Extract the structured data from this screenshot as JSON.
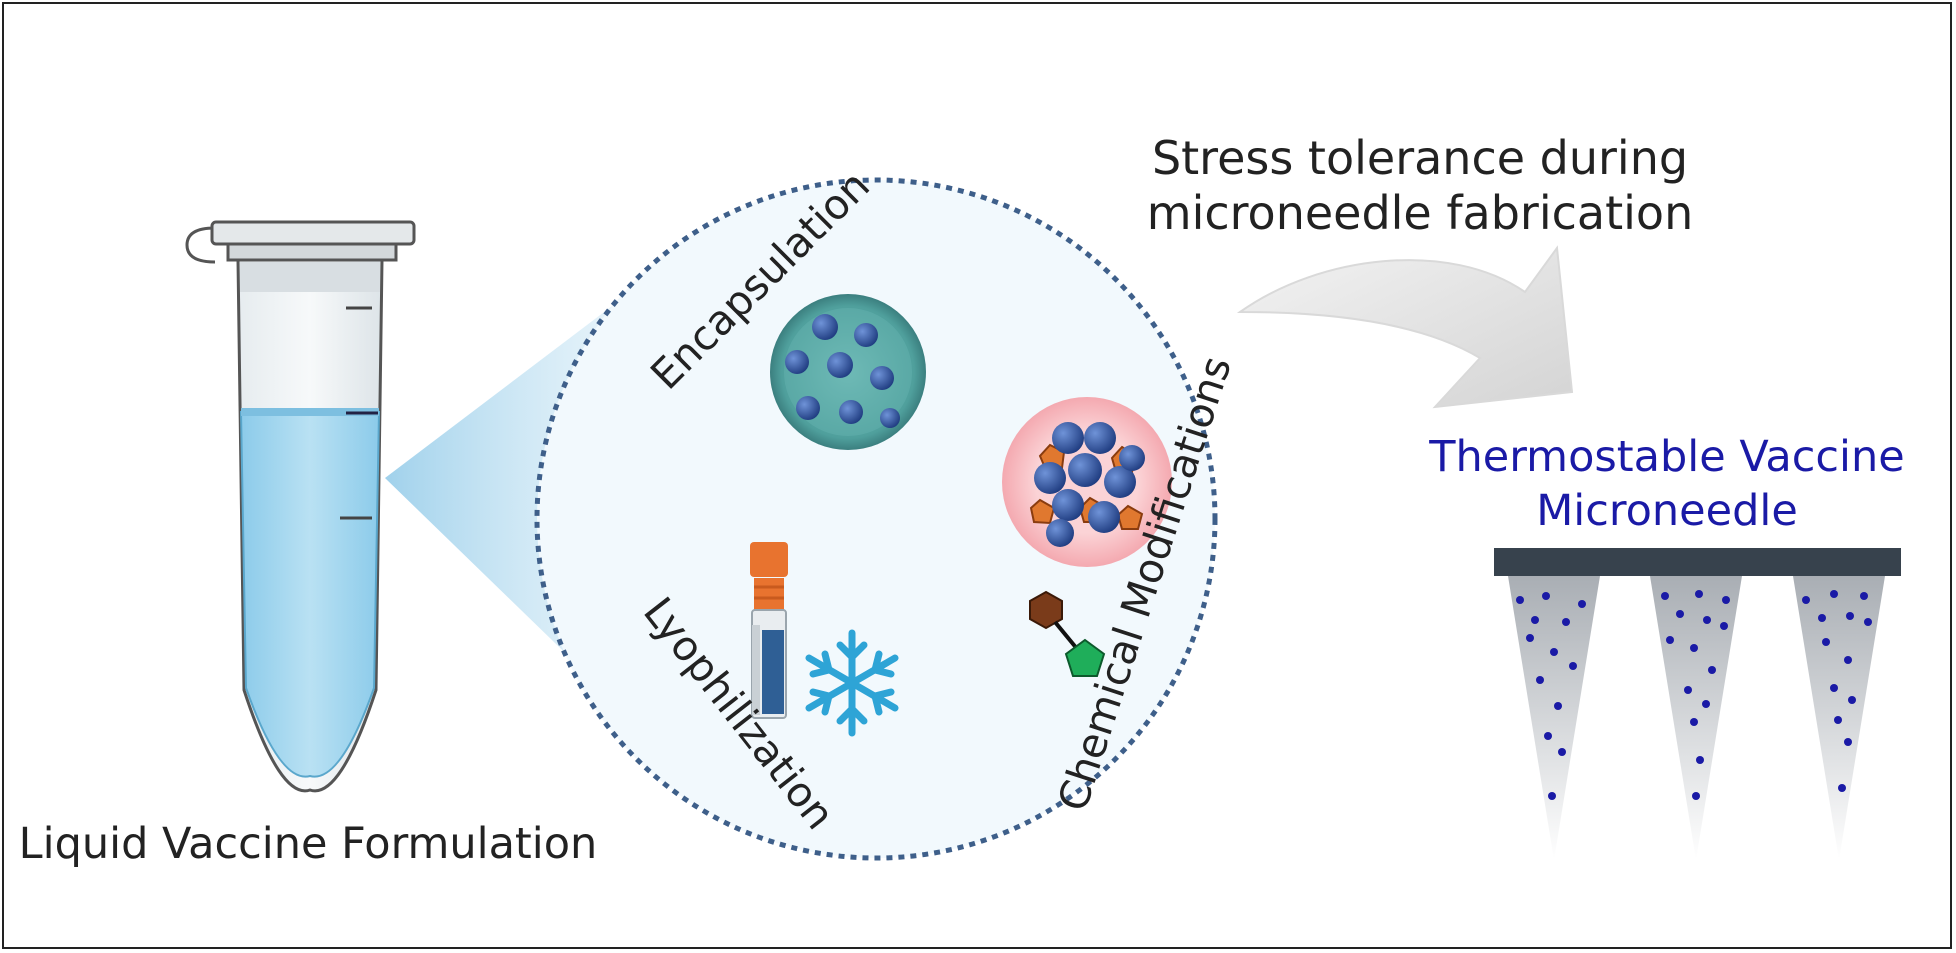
{
  "figure": {
    "tube_label": "Liquid Vaccine Formulation",
    "circle_labels": {
      "top": "Encapsulation",
      "left": "Lyophilization",
      "right": "Chemical Modifications"
    },
    "arrow_label": [
      "Stress tolerance during",
      "microneedle fabrication"
    ],
    "result_label": [
      "Thermostable Vaccine",
      "Microneedle"
    ]
  },
  "icons": [
    "microcentrifuge-tube-icon",
    "nanoparticle-capsule-icon",
    "cryo-vial-icon",
    "snowflake-icon",
    "particle-cluster-icon",
    "molecule-icon",
    "curved-arrow-icon",
    "microneedle-array-icon"
  ],
  "colors": {
    "liquid": "#a9d8ef",
    "circle_border": "#3e5f8a",
    "circle_fill": "#f0f8fc",
    "particle_blue": "#2d4f9e",
    "capsule_teal": "#4aa3a3",
    "needle_dots": "#1a1aa6",
    "needle_base": "#37424d",
    "snowflake": "#2ea4d6",
    "result_text": "#1a1aa6"
  }
}
